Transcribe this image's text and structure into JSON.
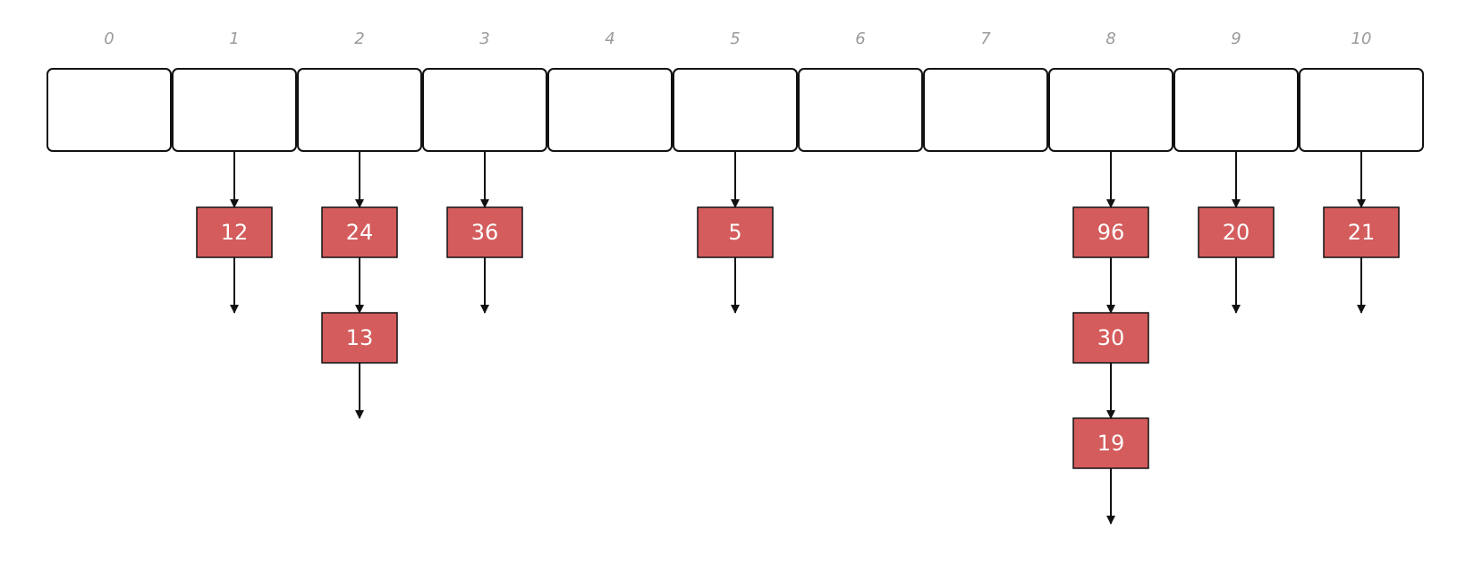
{
  "colors": {
    "node_fill": "#d45c5c",
    "node_text": "#ffffff",
    "index_text": "#9a9a9a",
    "line": "#111111",
    "cell_fill": "#ffffff"
  },
  "buckets": [
    {
      "index": "0",
      "nodes": []
    },
    {
      "index": "1",
      "nodes": [
        "12"
      ]
    },
    {
      "index": "2",
      "nodes": [
        "24",
        "13"
      ]
    },
    {
      "index": "3",
      "nodes": [
        "36"
      ]
    },
    {
      "index": "4",
      "nodes": []
    },
    {
      "index": "5",
      "nodes": [
        "5"
      ]
    },
    {
      "index": "6",
      "nodes": []
    },
    {
      "index": "7",
      "nodes": []
    },
    {
      "index": "8",
      "nodes": [
        "96",
        "30",
        "19"
      ]
    },
    {
      "index": "9",
      "nodes": [
        "20"
      ]
    },
    {
      "index": "10",
      "nodes": [
        "21"
      ]
    }
  ]
}
